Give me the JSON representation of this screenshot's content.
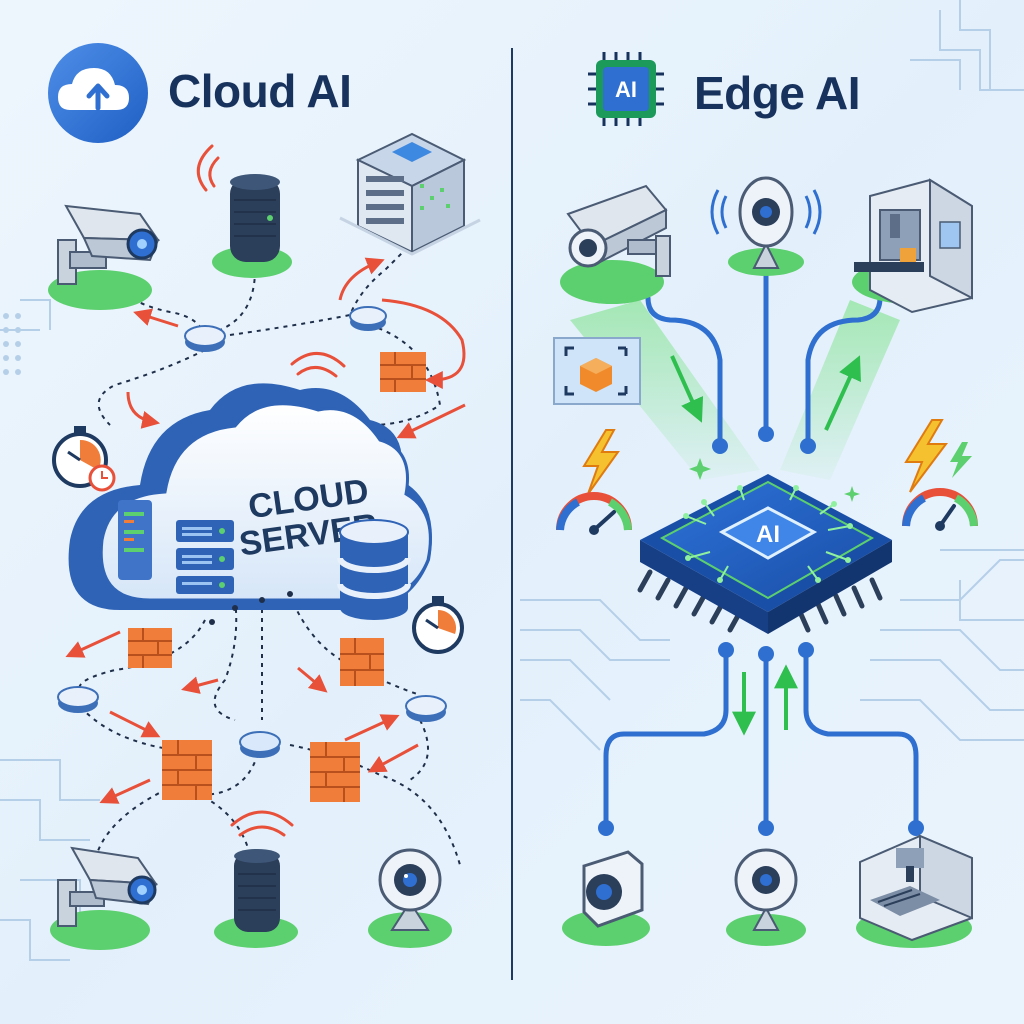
{
  "left_panel": {
    "title": "Cloud AI",
    "icon": "cloud-upload-icon",
    "server_label_line1": "CLOUD",
    "server_label_line2": "SERVER"
  },
  "right_panel": {
    "title": "Edge AI",
    "badge_text": "AI",
    "chip_label": "AI",
    "icon": "ai-chip-icon"
  },
  "colors": {
    "title": "#17325c",
    "accent_blue": "#2f6fd1",
    "circuit_blue": "#2e6fd0",
    "green_base": "#5ccf6e",
    "firewall_orange": "#f07d3a",
    "arrow_red": "#e8503a",
    "arrow_green": "#2fbf4f",
    "divider": "#1f3a60"
  }
}
